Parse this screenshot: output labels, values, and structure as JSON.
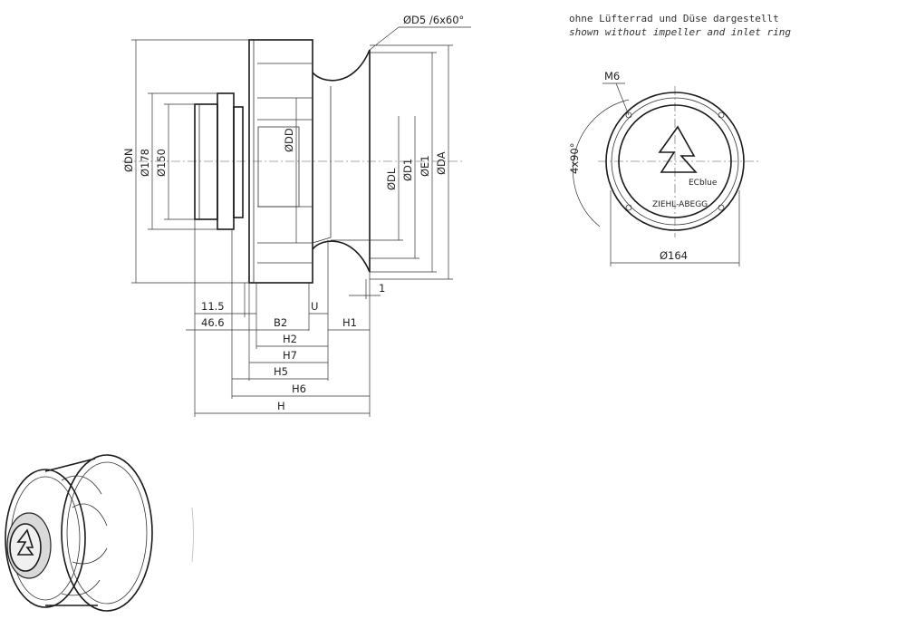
{
  "note": {
    "german": "ohne Lüfterrad und Düse dargestellt",
    "english": "shown without impeller and inlet ring"
  },
  "side_view": {
    "vertical_dims": {
      "dn": "ØDN",
      "d178": "Ø178",
      "d150": "Ø150",
      "dd": "ØDD",
      "dl": "ØDL",
      "d1": "ØD1",
      "e1": "ØE1",
      "da": "ØDA"
    },
    "hole_callout": "ØD5 /6x60°",
    "horizontal_dims": {
      "d11_5": "11.5",
      "d46_6": "46.6",
      "b2": "B2",
      "u": "U",
      "h1": "H1",
      "one": "1",
      "h2": "H2",
      "h7": "H7",
      "h5": "H5",
      "h6": "H6",
      "h": "H"
    }
  },
  "front_view": {
    "thread": "M6",
    "angle": "4x90°",
    "diameter": "Ø164",
    "label_brand": "ZIEHL-ABEGG",
    "label_small": "ECblue"
  }
}
